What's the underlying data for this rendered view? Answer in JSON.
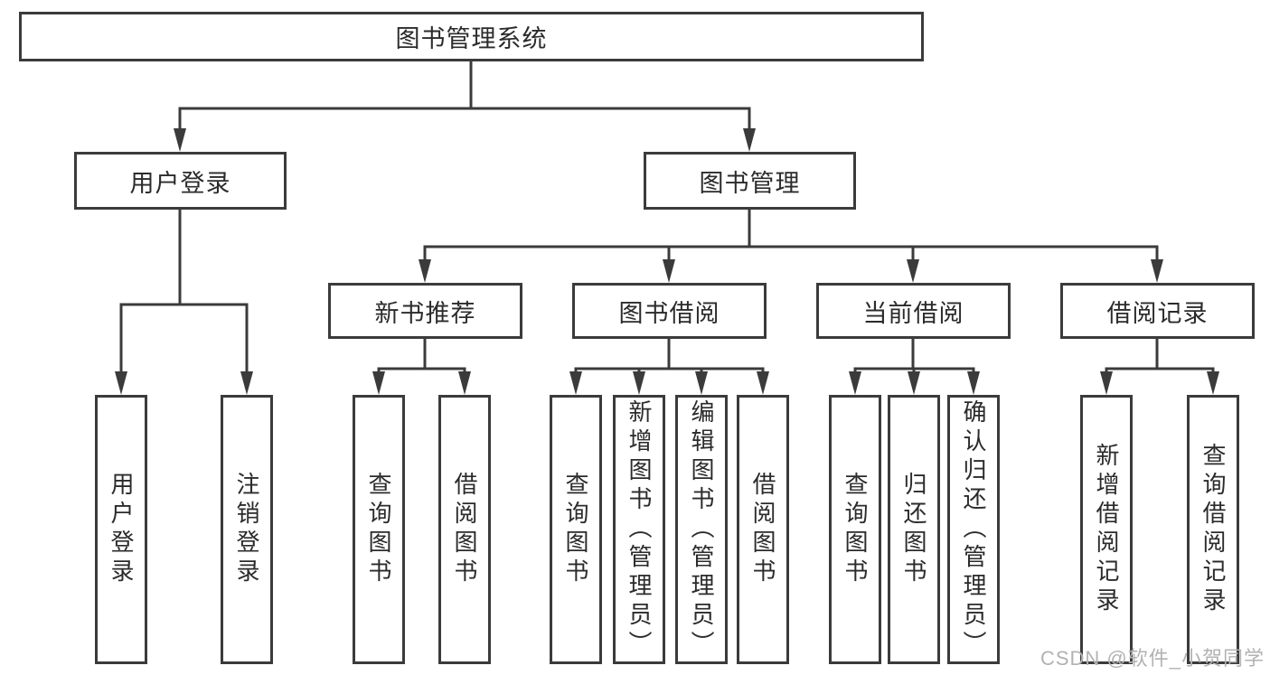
{
  "diagram": {
    "root": {
      "label": "图书管理系统"
    },
    "branches": {
      "user_login": {
        "label": "用户登录",
        "children": [
          {
            "label": "用户登录"
          },
          {
            "label": "注销登录"
          }
        ]
      },
      "book_management": {
        "label": "图书管理",
        "children": {
          "new_book_recommend": {
            "label": "新书推荐",
            "children": [
              {
                "label": "查询图书"
              },
              {
                "label": "借阅图书"
              }
            ]
          },
          "book_borrow": {
            "label": "图书借阅",
            "children": [
              {
                "label": "查询图书"
              },
              {
                "label": "新增图书（管理员）"
              },
              {
                "label": "编辑图书（管理员）"
              },
              {
                "label": "借阅图书"
              }
            ]
          },
          "current_borrow": {
            "label": "当前借阅",
            "children": [
              {
                "label": "查询图书"
              },
              {
                "label": "归还图书"
              },
              {
                "label": "确认归还（管理员）"
              }
            ]
          },
          "borrow_record": {
            "label": "借阅记录",
            "children": [
              {
                "label": "新增借阅记录"
              },
              {
                "label": "查询借阅记录"
              }
            ]
          }
        }
      }
    },
    "colors": {
      "line": "#3b3b3b",
      "box_border": "#3b3b3b",
      "box_fill": "#ffffff",
      "text": "#2b2b2b",
      "watermark": "#b2b2b2"
    }
  },
  "watermark": {
    "text": "CSDN @软件_小贺同学"
  }
}
